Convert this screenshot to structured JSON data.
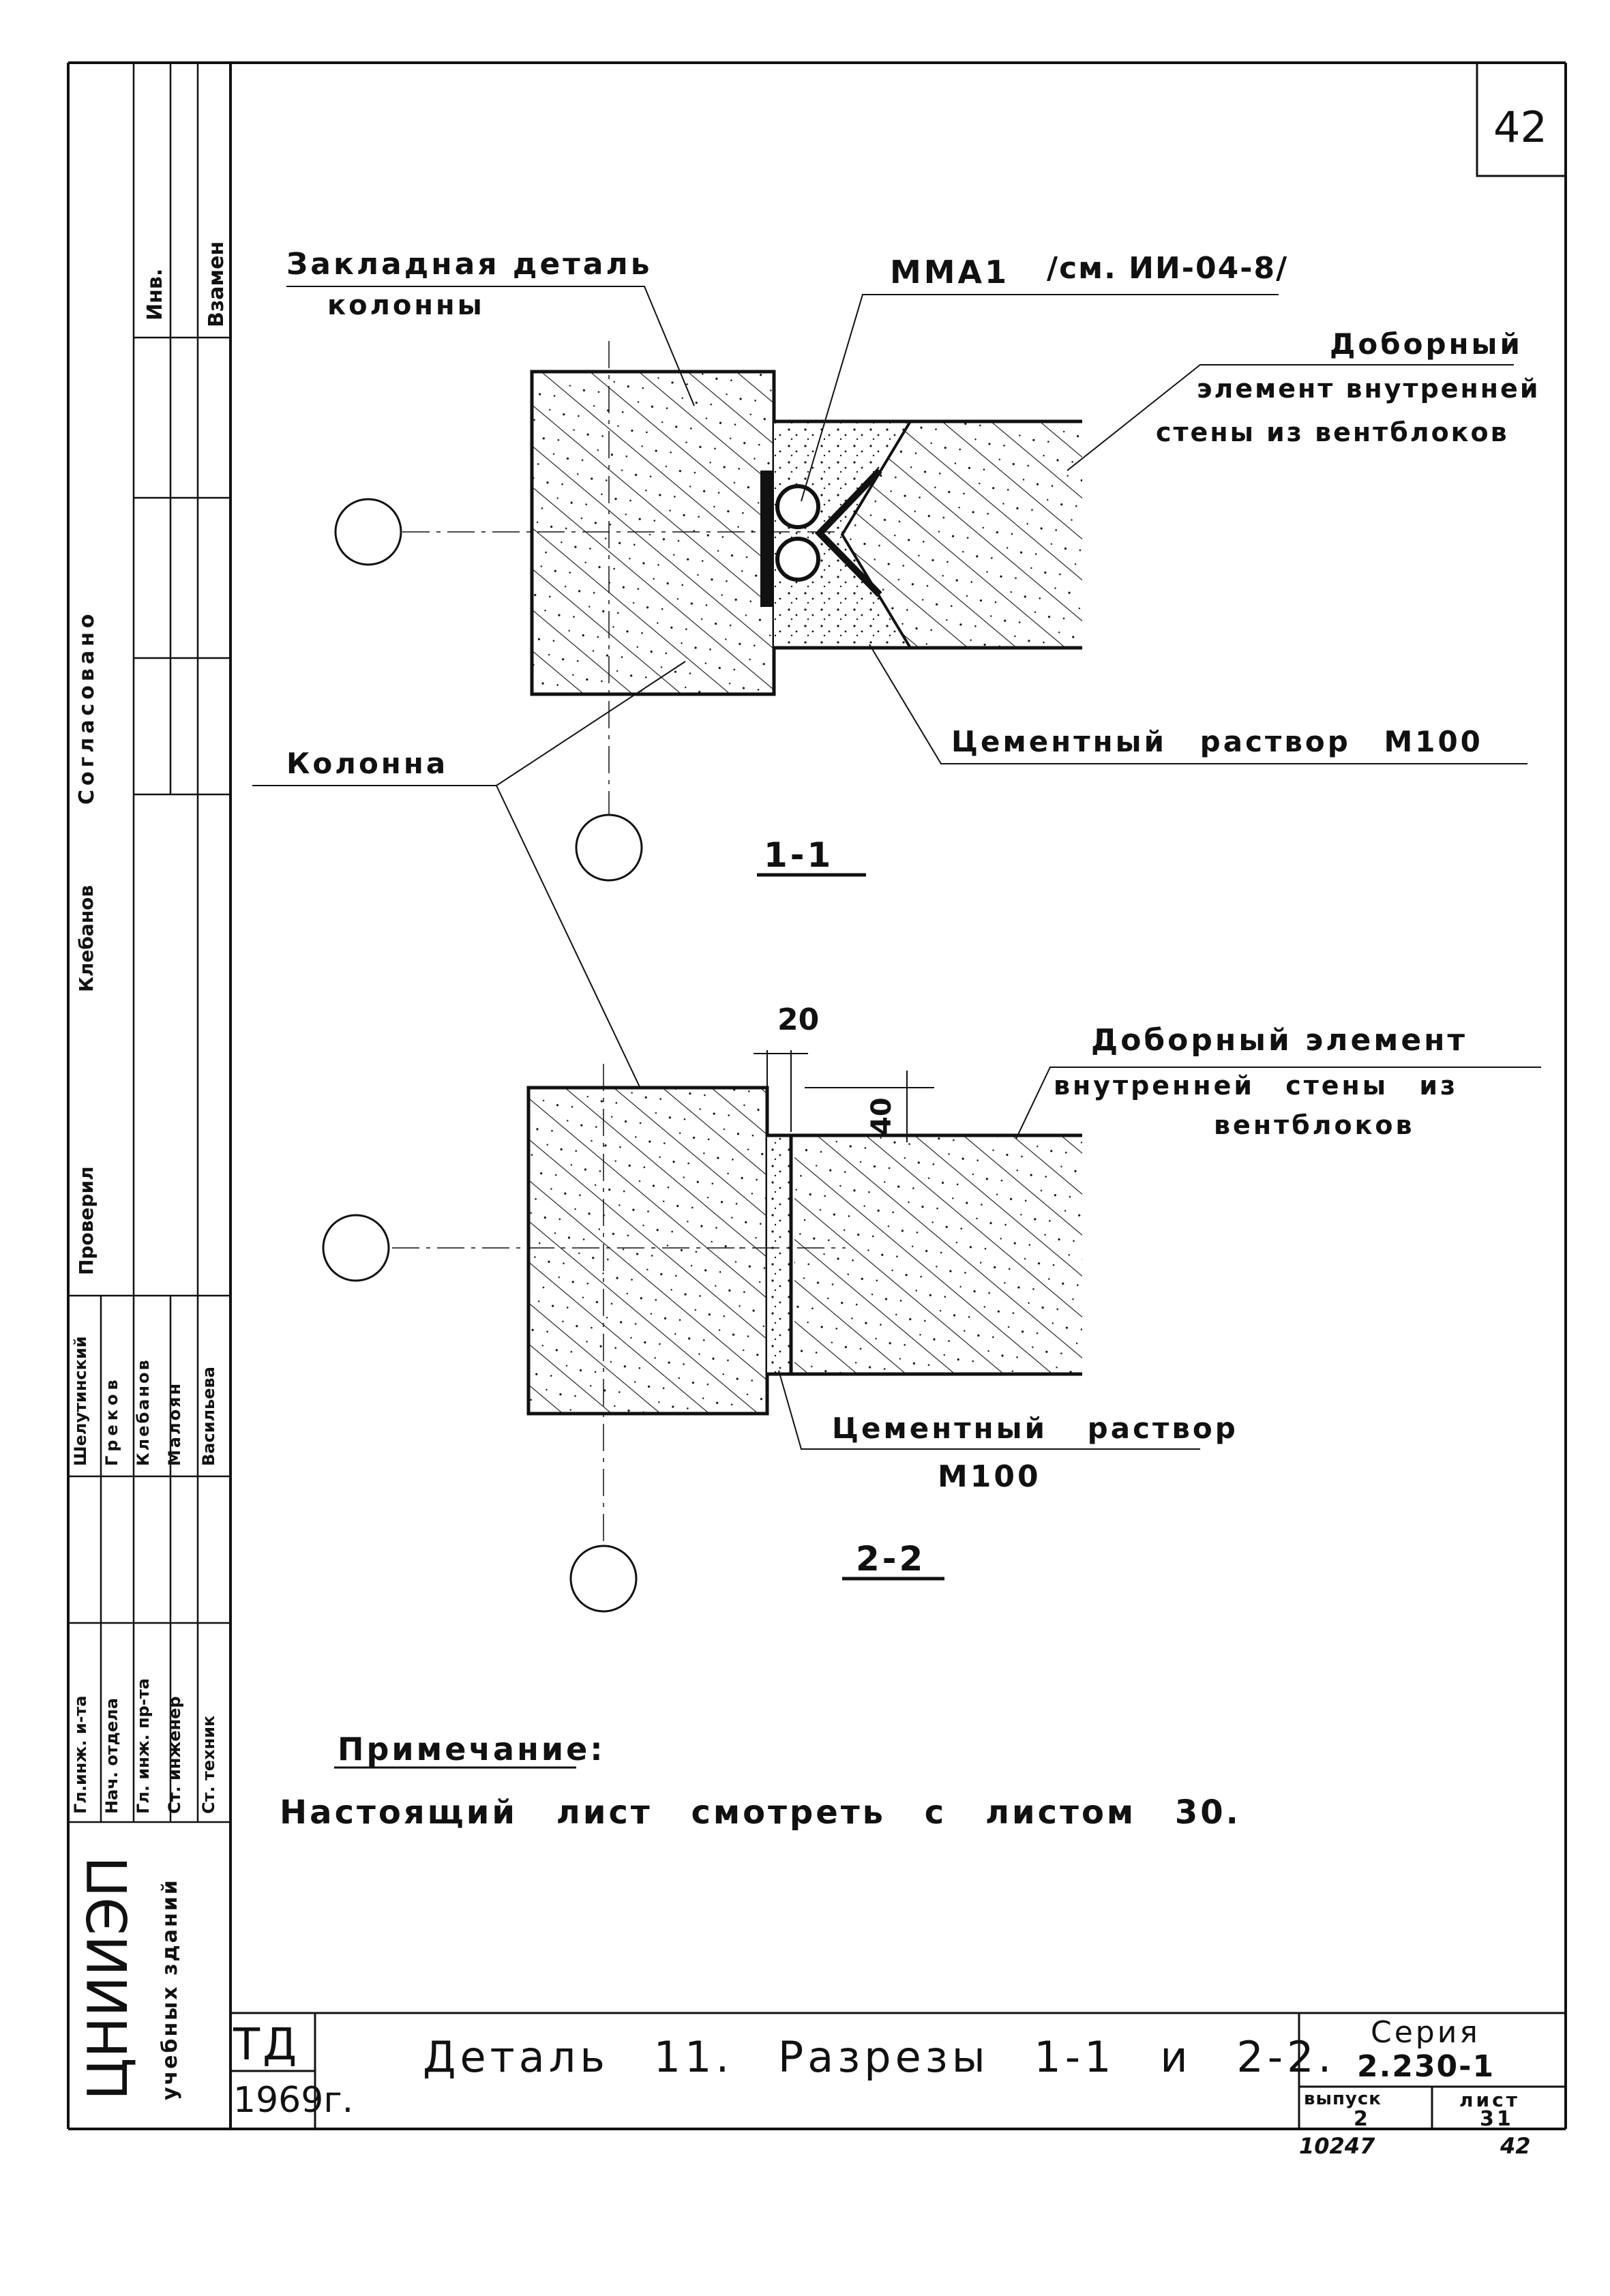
{
  "sheet": {
    "page_number": "42",
    "colors": {
      "ink": "#111111",
      "paper": "#ffffff"
    }
  },
  "section_1_1": {
    "label_embedded_part": [
      "Закладная деталь",
      "колонны"
    ],
    "label_mma": "ММА1",
    "label_ref": "/см. ИИ-04-8/",
    "label_addon_element": [
      "Доборный",
      "элемент внутренней",
      "стены из вентблоков"
    ],
    "label_mortar": "Цементный раствор М100",
    "label_column": "Колонна",
    "section_mark": "1-1"
  },
  "section_2_2": {
    "dim_gap": "20",
    "dim_offset": "40",
    "label_addon_element": [
      "Доборный элемент",
      "внутренней стены из",
      "вентблоков"
    ],
    "label_mortar": [
      "Цементный раствор",
      "М100"
    ],
    "section_mark": "2-2"
  },
  "note": {
    "heading": "Примечание:",
    "text": "Настоящий лист смотреть с листом 30."
  },
  "left_strip": {
    "stamp_columns": [
      "Взамен",
      "Инв.",
      "Согласовано"
    ],
    "roles": [
      "Гл.инж. и-та",
      "Нач. отдела",
      "Гл. инж. пр-та",
      "Ст. инженер",
      "Ст. техник"
    ],
    "names": [
      "Шелутинский",
      "Греков",
      "Клебанов",
      "Малоян",
      "Васильева"
    ],
    "checked_label": "Проверил",
    "checked_name": "Клебанов",
    "org": "ЦНИИЭП",
    "org_sub": "учебных зданий"
  },
  "title_block": {
    "td": "ТД",
    "year": "1969г.",
    "title": "Деталь 11. Разрезы 1-1 и 2-2.",
    "series_label": "Серия",
    "series_value": "2.230-1",
    "issue_label": "выпуск",
    "issue_value": "2",
    "sheet_label": "лист",
    "sheet_value": "31",
    "bottom_left_code": "10247",
    "bottom_right_num": "42"
  }
}
